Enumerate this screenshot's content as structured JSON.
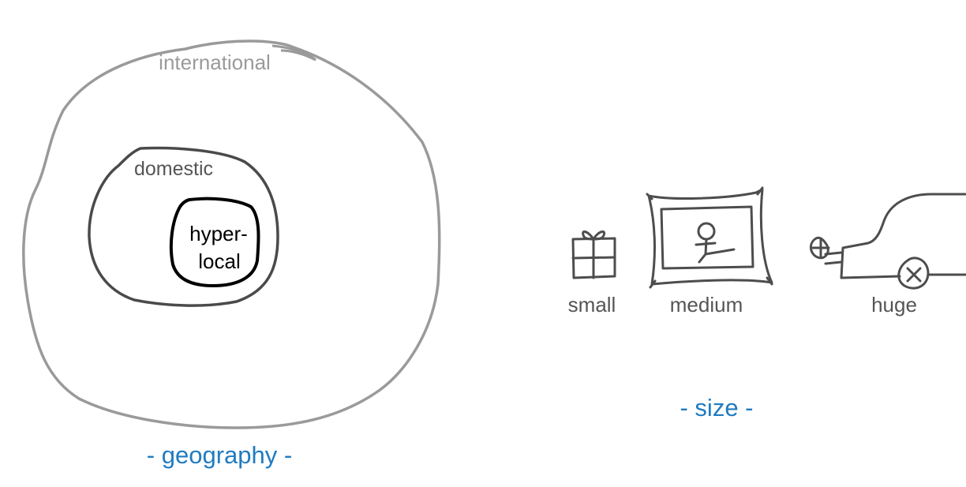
{
  "geography": {
    "outer_label": "international",
    "middle_label": "domestic",
    "inner_label_line1": "hyper-",
    "inner_label_line2": "local",
    "caption": "- geography -"
  },
  "size": {
    "items": [
      {
        "label": "small",
        "icon": "gift-box-icon"
      },
      {
        "label": "medium",
        "icon": "framed-stick-figure-icon"
      },
      {
        "label": "huge",
        "icon": "car-icon"
      }
    ],
    "caption": "- size -"
  },
  "colors": {
    "outer_ring": "#9a9a9a",
    "middle_ring": "#4a4a4a",
    "inner_ring": "#000000",
    "label_gray": "#555555",
    "label_light": "#9a9a9a",
    "caption_blue": "#1f7bc1",
    "icon_stroke": "#4d4d4d"
  }
}
